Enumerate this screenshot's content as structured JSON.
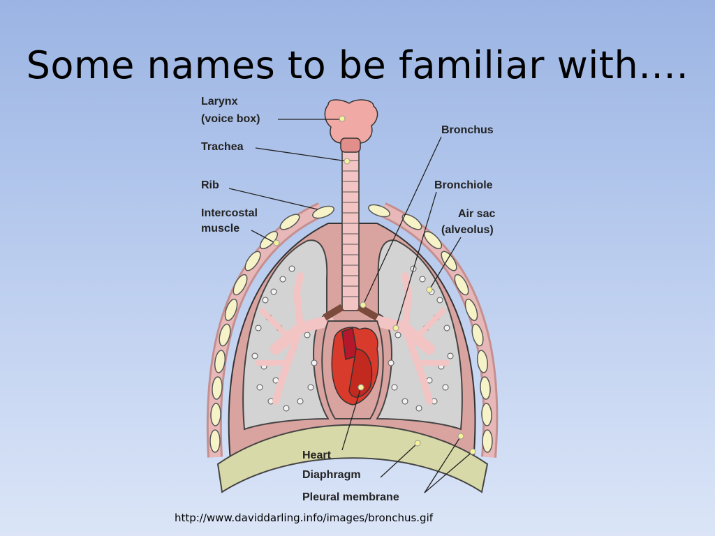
{
  "slide": {
    "title": "Some names to be familiar with….",
    "source_url": "http://www.daviddarling.info/images/bronchus.gif"
  },
  "diagram": {
    "labels": {
      "larynx": "Larynx",
      "voice_box": "(voice box)",
      "trachea": "Trachea",
      "rib": "Rib",
      "intercostal": "Intercostal",
      "muscle": "muscle",
      "bronchus": "Bronchus",
      "bronchiole": "Bronchiole",
      "air_sac": "Air sac",
      "alveolus": "(alveolus)",
      "heart": "Heart",
      "diaphragm": "Diaphragm",
      "pleural_membrane": "Pleural membrane"
    },
    "colors": {
      "lung_outer": "#d9a3a0",
      "lung_inner": "#d3d3d3",
      "bronchial_tree": "#f3c4c4",
      "heart": "#d83a2c",
      "rib": "#f7f3c8",
      "diaphragm": "#d8d9a8",
      "marker": "#f5f29a"
    }
  }
}
